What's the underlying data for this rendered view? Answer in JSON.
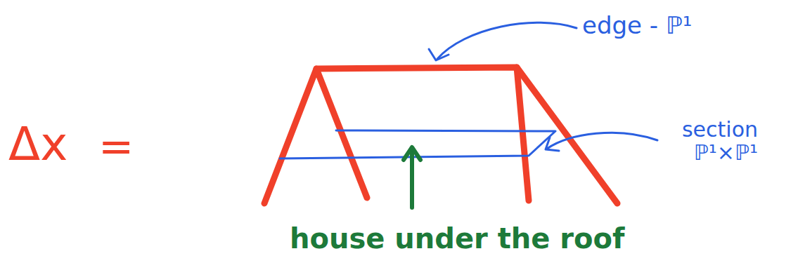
{
  "diagram": {
    "labels": [
      "Δx",
      "=",
      "edge - ℙ¹",
      "section ℙ¹×ℙ¹",
      "house under the roof"
    ]
  }
}
